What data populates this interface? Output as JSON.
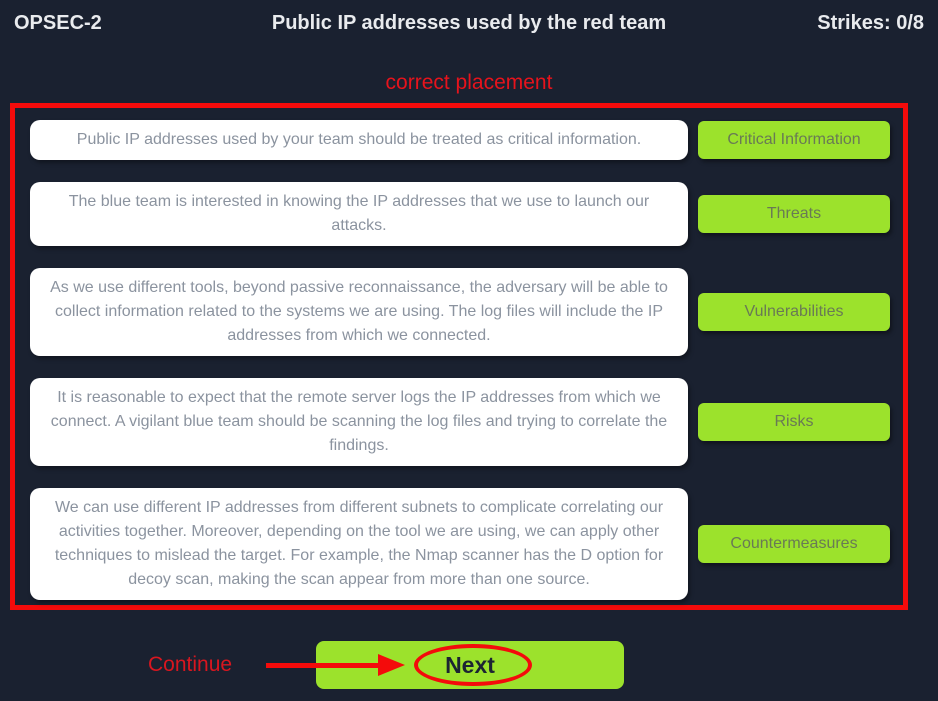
{
  "header": {
    "app_name": "OPSEC-2",
    "title": "Public IP addresses used by the red team",
    "strikes": "Strikes: 0/8"
  },
  "annotations": {
    "placement_caption": "correct placement",
    "continue_label": "Continue",
    "annotation_color": "#f40b0b"
  },
  "board": {
    "rows": [
      {
        "statement": "Public IP addresses used by your team should be treated as critical information.",
        "category": "Critical Information"
      },
      {
        "statement": "The blue team is interested in knowing the IP addresses that we use to launch our attacks.",
        "category": "Threats"
      },
      {
        "statement": "As we use different tools, beyond passive reconnaissance, the adversary will be able to collect information related to the systems we are using. The log files will include the IP addresses from which we connected.",
        "category": "Vulnerabilities"
      },
      {
        "statement": "It is reasonable to expect that the remote server logs the IP addresses from which we connect. A vigilant blue team should be scanning the log files and trying to correlate the findings.",
        "category": "Risks"
      },
      {
        "statement": "We can use different IP addresses from different subnets to complicate correlating our activities together. Moreover, depending on the tool we are using, we can apply other techniques to mislead the target. For example, the Nmap scanner has the D option for decoy scan, making the scan appear from more than one source.",
        "category": "Countermeasures"
      }
    ]
  },
  "footer": {
    "next_label": "Next"
  },
  "colors": {
    "background": "#1a2130",
    "accent_green": "#9ce22c",
    "card_background": "#ffffff",
    "card_text": "#8b939f",
    "category_text": "#697a55",
    "header_text": "#e9ebee"
  }
}
